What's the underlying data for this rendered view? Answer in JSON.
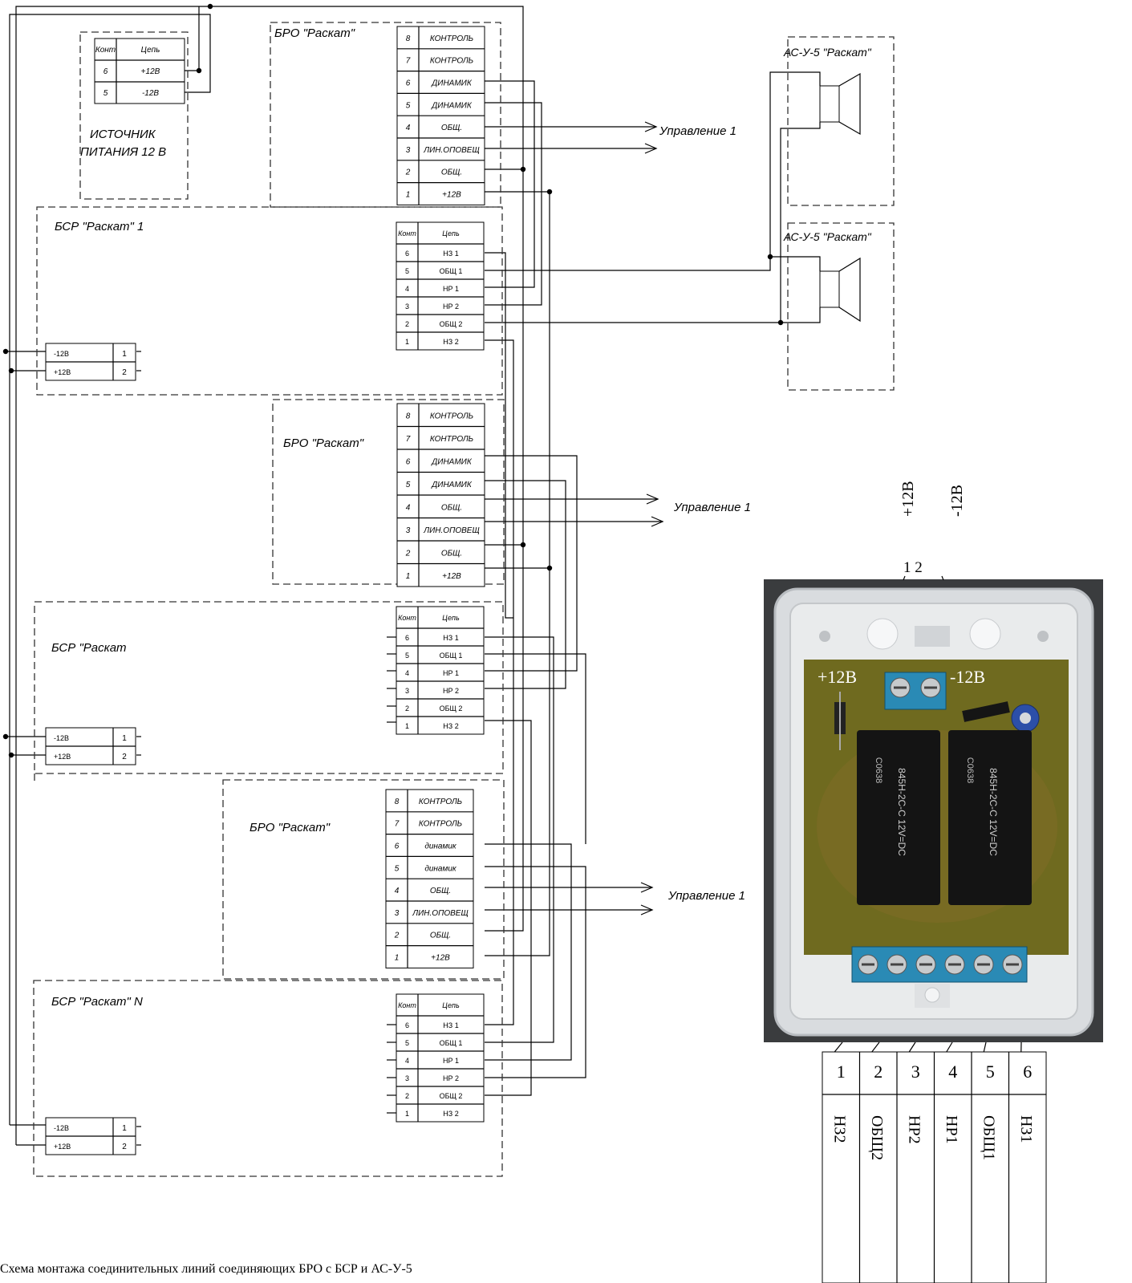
{
  "psu": {
    "title_line1": "ИСТОЧНИК",
    "title_line2": "ПИТАНИЯ 12 В",
    "header": [
      "Конт",
      "Цепь"
    ],
    "rows": [
      [
        "6",
        "+12В"
      ],
      [
        "5",
        "-12В"
      ]
    ]
  },
  "bro": {
    "title": "БРО \"Раскат\"",
    "rows_upper": [
      [
        "8",
        "КОНТРОЛЬ"
      ],
      [
        "7",
        "КОНТРОЛЬ"
      ],
      [
        "6",
        "ДИНАМИК"
      ],
      [
        "5",
        "ДИНАМИК"
      ],
      [
        "4",
        "ОБЩ."
      ],
      [
        "3",
        "ЛИН.ОПОВЕЩ"
      ],
      [
        "2",
        "ОБЩ."
      ],
      [
        "1",
        "+12В"
      ]
    ],
    "rows_lower": [
      [
        "8",
        "КОНТРОЛЬ"
      ],
      [
        "7",
        "КОНТРОЛЬ"
      ],
      [
        "6",
        "динамик"
      ],
      [
        "5",
        "динамик"
      ],
      [
        "4",
        "ОБЩ."
      ],
      [
        "3",
        "ЛИН.ОПОВЕЩ"
      ],
      [
        "2",
        "ОБЩ."
      ],
      [
        "1",
        "+12В"
      ]
    ]
  },
  "bsr": {
    "titles": [
      "БСР \"Раскат\" 1",
      "БСР \"Раскат",
      "БСР \"Раскат\" N"
    ],
    "header": [
      "Конт",
      "Цепь"
    ],
    "rows": [
      [
        "6",
        "НЗ 1"
      ],
      [
        "5",
        "ОБЩ 1"
      ],
      [
        "4",
        "НР 1"
      ],
      [
        "3",
        "НР 2"
      ],
      [
        "2",
        "ОБЩ 2"
      ],
      [
        "1",
        "НЗ 2"
      ]
    ],
    "power_rows": [
      [
        "-12В",
        "1"
      ],
      [
        "+12В",
        "2"
      ]
    ]
  },
  "control_label": "Управление 1",
  "speaker_label": "АС-У-5 \"Раскат\"",
  "photo": {
    "top_plus": "+12В",
    "top_minus": "-12В",
    "top_pins": "1 2",
    "board_plus": "+12В",
    "board_minus": "-12В",
    "relay_text": "845H-2C-C 12V=DC",
    "relay_code": "C0638",
    "terminal_numbers": [
      "1",
      "2",
      "3",
      "4",
      "5",
      "6"
    ],
    "terminal_labels": [
      "НЗ2",
      "ОБЩ2",
      "НР2",
      "НР1",
      "ОБЩ1",
      "НЗ1"
    ]
  },
  "caption": "Схема монтажа соединительных линий соединяющих БРО с БСР и АС-У-5"
}
